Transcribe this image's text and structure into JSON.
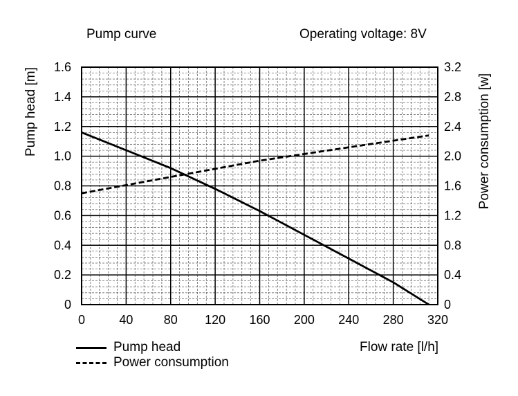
{
  "chart_data": {
    "type": "line",
    "title": "Pump curve",
    "subtitle": "Operating voltage: 8V",
    "xlabel": "Flow rate [l/h]",
    "ylabel": "Pump head [m]",
    "y2label": "Power consumption [w]",
    "xlim": [
      0,
      320
    ],
    "ylim": [
      0,
      1.6
    ],
    "y2lim": [
      0,
      3.2
    ],
    "x_ticks": [
      "0",
      "40",
      "80",
      "120",
      "160",
      "200",
      "240",
      "280",
      "320"
    ],
    "y_ticks": [
      "0",
      "0.2",
      "0.4",
      "0.6",
      "0.8",
      "1.0",
      "1.2",
      "1.4",
      "1.6"
    ],
    "y2_ticks": [
      "0",
      "0.4",
      "0.8",
      "1.2",
      "1.6",
      "2.0",
      "2.4",
      "2.8",
      "3.2"
    ],
    "grid": true,
    "legend_position": "bottom-left",
    "series": [
      {
        "name": "Pump head",
        "axis": "left",
        "style": "solid",
        "x": [
          0,
          40,
          80,
          120,
          160,
          200,
          240,
          280,
          312
        ],
        "y": [
          1.16,
          1.04,
          0.92,
          0.78,
          0.63,
          0.47,
          0.31,
          0.15,
          0.0
        ]
      },
      {
        "name": "Power consumption",
        "axis": "right",
        "style": "dashed",
        "x": [
          0,
          80,
          160,
          240,
          312
        ],
        "y": [
          1.5,
          1.72,
          1.94,
          2.12,
          2.28
        ]
      }
    ]
  }
}
